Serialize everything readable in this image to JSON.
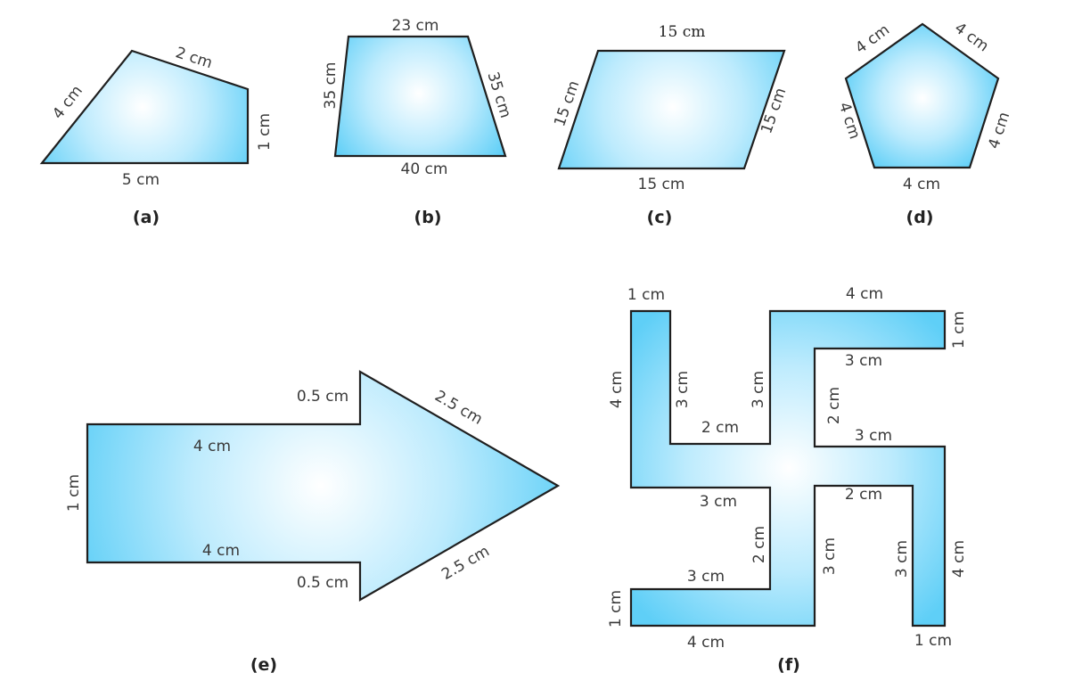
{
  "colors": {
    "fill_edge": "#5fcff7",
    "fill_mid": "#bdebfd",
    "fill_center": "#ffffff",
    "outline": "#1f1f1f",
    "label_text": "#3a3a3a"
  },
  "figures": {
    "a": {
      "caption": "(a)",
      "labels": {
        "slant_left": "4 cm",
        "top": "2 cm",
        "right": "1 cm",
        "bottom": "5 cm"
      }
    },
    "b": {
      "caption": "(b)",
      "labels": {
        "top": "23 cm",
        "left": "35 cm",
        "right": "35 cm",
        "bottom": "40 cm"
      }
    },
    "c": {
      "caption": "(c)",
      "labels": {
        "top": "15 cm",
        "left": "15 cm",
        "right": "15 cm",
        "bottom": "15 cm"
      }
    },
    "d": {
      "caption": "(d)",
      "labels": {
        "top_left": "4 cm",
        "top_right": "4 cm",
        "left": "4 cm",
        "right": "4 cm",
        "bottom": "4 cm"
      }
    },
    "e": {
      "caption": "(e)",
      "labels": {
        "step_top": "0.5 cm",
        "head_top": "2.5 cm",
        "shaft_top": "4 cm",
        "shaft_left": "1 cm",
        "shaft_bottom": "4 cm",
        "step_bottom": "0.5 cm",
        "head_bottom": "2.5 cm"
      }
    },
    "f": {
      "caption": "(f)",
      "labels": {
        "top_left_cap": "1 cm",
        "top_right_arm": "4 cm",
        "top_right_end": "1 cm",
        "left_outer": "4 cm",
        "upper_inner_left": "3 cm",
        "upper_inner_right": "3 cm",
        "upper_notch": "2 cm",
        "top_inner": "3 cm",
        "right_inner_vert": "2 cm",
        "right_arm_top": "3 cm",
        "mid_left": "3 cm",
        "mid_right": "2 cm",
        "lower_inner_left": "2 cm",
        "lower_inner_right": "3 cm",
        "right_inner_low": "3 cm",
        "right_outer": "4 cm",
        "bottom_inner": "3 cm",
        "bottom_left_end": "1 cm",
        "bottom_arm": "4 cm",
        "bottom_right_cap": "1 cm"
      }
    }
  }
}
